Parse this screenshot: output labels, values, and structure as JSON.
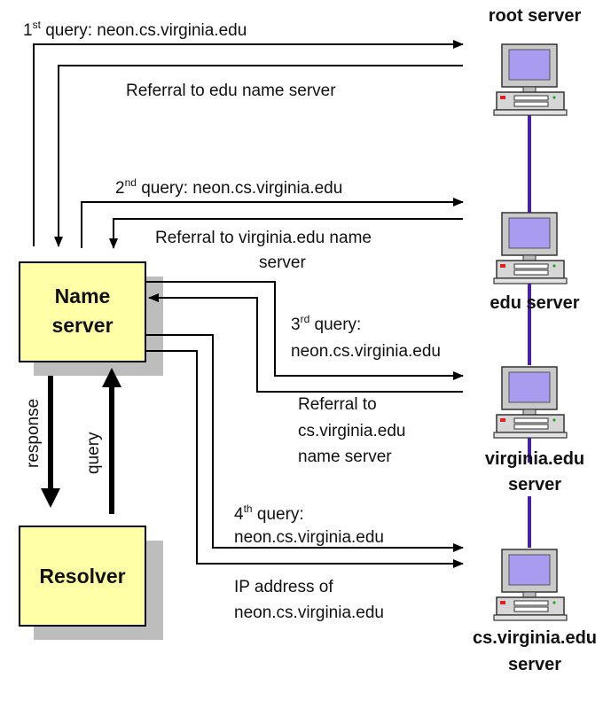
{
  "servers": {
    "root": {
      "label": "root server",
      "icon": "computer-icon"
    },
    "edu": {
      "label": "edu server",
      "icon": "computer-icon"
    },
    "virginia": {
      "label_line1": "virginia.edu",
      "label_line2": "server",
      "icon": "computer-icon"
    },
    "cs": {
      "label_line1": "cs.virginia.edu",
      "label_line2": "server",
      "icon": "computer-icon"
    }
  },
  "boxes": {
    "name_server": {
      "line1": "Name",
      "line2": "server"
    },
    "resolver": {
      "label": "Resolver"
    }
  },
  "messages": {
    "q1": {
      "num": "1",
      "sup": "st",
      "text": " query: neon.cs.virginia.edu"
    },
    "r1": {
      "text": "Referral to edu name server"
    },
    "q2": {
      "num": "2",
      "sup": "nd",
      "text": " query: neon.cs.virginia.edu"
    },
    "r2": {
      "line1": "Referral to virginia.edu name",
      "line2": "server"
    },
    "q3": {
      "num": "3",
      "sup": "rd",
      "text": " query:",
      "line2": "neon.cs.virginia.edu"
    },
    "r3": {
      "line1": "Referral to",
      "line2": "cs.virginia.edu",
      "line3": "name server"
    },
    "q4": {
      "num": "4",
      "sup": "th",
      "text": " query:",
      "line2": "neon.cs.virginia.edu"
    },
    "r4": {
      "line1": "IP address of",
      "line2": "neon.cs.virginia.edu"
    }
  },
  "local": {
    "response": "response",
    "query": "query"
  },
  "colors": {
    "box_fill": "#ffffa8",
    "shadow": "#bdbdbd",
    "server_link": "#4b1fae",
    "screen": "#a99cf0"
  }
}
